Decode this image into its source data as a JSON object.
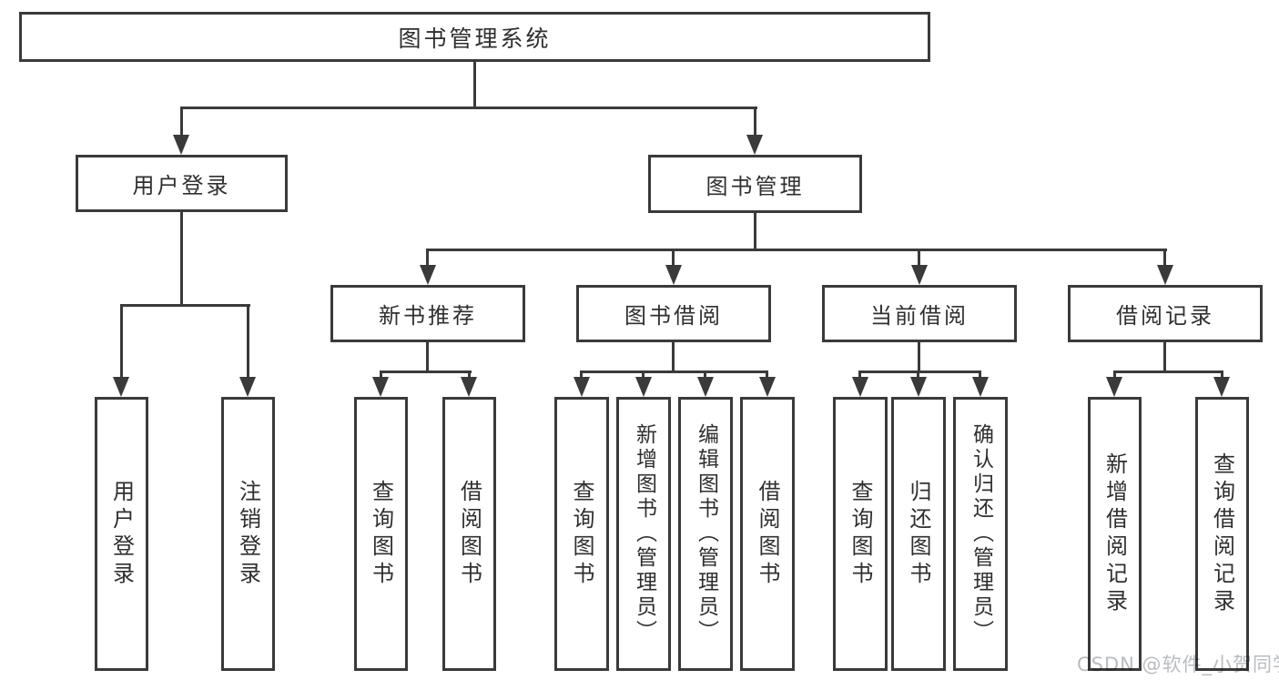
{
  "tree": {
    "root": {
      "label": "图书管理系统"
    },
    "branches": [
      {
        "label": "用户登录",
        "children": [
          {
            "label": "用户登录"
          },
          {
            "label": "注销登录"
          }
        ]
      },
      {
        "label": "图书管理",
        "children": [
          {
            "label": "新书推荐",
            "children": [
              {
                "label": "查询图书"
              },
              {
                "label": "借阅图书"
              }
            ]
          },
          {
            "label": "图书借阅",
            "children": [
              {
                "label": "查询图书"
              },
              {
                "label": "新增图书（管理员）"
              },
              {
                "label": "编辑图书（管理员）"
              },
              {
                "label": "借阅图书"
              }
            ]
          },
          {
            "label": "当前借阅",
            "children": [
              {
                "label": "查询图书"
              },
              {
                "label": "归还图书"
              },
              {
                "label": "确认归还（管理员）"
              }
            ]
          },
          {
            "label": "借阅记录",
            "children": [
              {
                "label": "新增借阅记录"
              },
              {
                "label": "查询借阅记录"
              }
            ]
          }
        ]
      }
    ]
  },
  "watermark": {
    "text": "CSDN @软件_小贺同学"
  },
  "colors": {
    "line": "#3a3a3a",
    "text": "#2f2f2f",
    "watermark": "#b9bcc0",
    "background": "#ffffff"
  }
}
